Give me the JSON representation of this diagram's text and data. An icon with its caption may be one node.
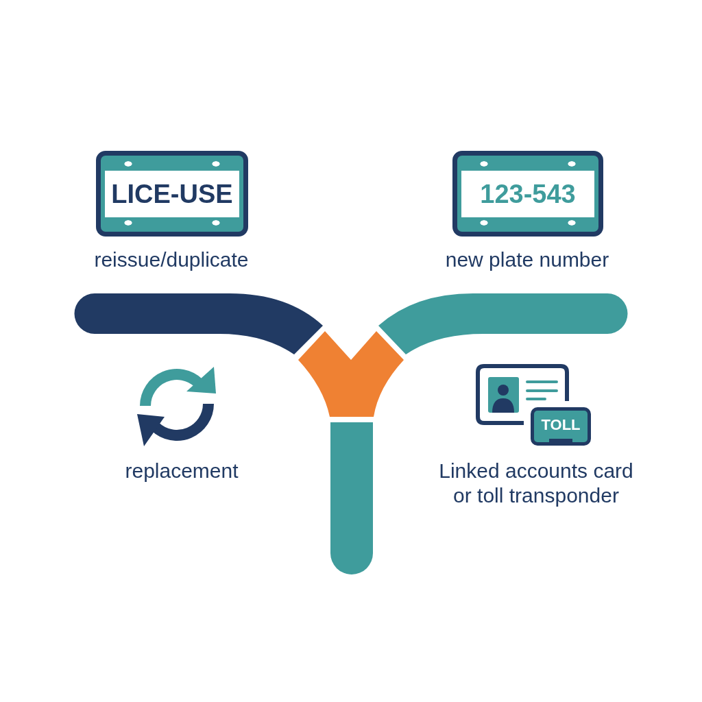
{
  "diagram": {
    "nodes": [
      {
        "text": [
          "LICE-USE"
        ],
        "beside": [
          "reissue/duplicate"
        ]
      },
      {
        "text": [
          "123-543"
        ],
        "beside": [
          "new plate number"
        ]
      },
      {
        "text": [
          "TOLL"
        ],
        "beside": [
          "Linked accounts card or toll transponder"
        ]
      }
    ],
    "labels": [
      "replacement"
    ]
  }
}
